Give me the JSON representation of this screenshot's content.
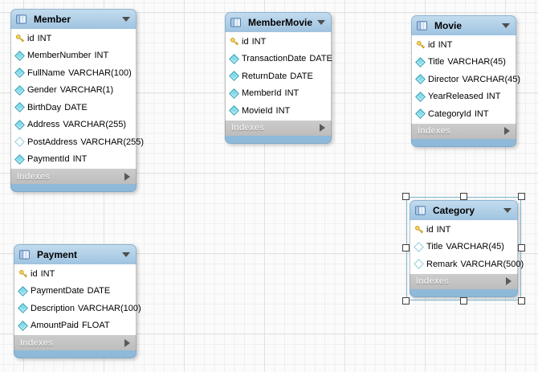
{
  "canvas": {
    "grid": "on",
    "colors": {
      "header_bg": "#a9cbe5",
      "header_text": "#000000",
      "body_bg": "#ffffff",
      "indexes_bg": "#c2c2c2",
      "indexes_text": "#ececec",
      "footer_bg": "#8fb9d9",
      "primary_key_icon": "#f2cf3e",
      "column_icon_fill": "#84dcea",
      "column_icon_border": "#3b9fb5",
      "selection_frame": "#79b7cf"
    }
  },
  "tables": [
    {
      "name": "Member",
      "selected": false,
      "indexes_label": "Indexes",
      "collapse_icon": "chevron-down-icon",
      "expand_icon": "arrow-right-icon",
      "columns": [
        {
          "name": "id",
          "type": "INT",
          "icon": "primary-key-icon"
        },
        {
          "name": "MemberNumber",
          "type": "INT",
          "icon": "column-icon"
        },
        {
          "name": "FullName",
          "type": "VARCHAR(100)",
          "icon": "column-icon"
        },
        {
          "name": "Gender",
          "type": "VARCHAR(1)",
          "icon": "column-icon"
        },
        {
          "name": "BirthDay",
          "type": "DATE",
          "icon": "column-icon"
        },
        {
          "name": "Address",
          "type": "VARCHAR(255)",
          "icon": "column-icon"
        },
        {
          "name": "PostAddress",
          "type": "VARCHAR(255)",
          "icon": "column-nullable-icon"
        },
        {
          "name": "PaymentId",
          "type": "INT",
          "icon": "column-icon"
        }
      ]
    },
    {
      "name": "MemberMovie",
      "selected": false,
      "indexes_label": "Indexes",
      "collapse_icon": "chevron-down-icon",
      "expand_icon": "arrow-right-icon",
      "columns": [
        {
          "name": "id",
          "type": "INT",
          "icon": "primary-key-icon"
        },
        {
          "name": "TransactionDate",
          "type": "DATE",
          "icon": "column-icon"
        },
        {
          "name": "ReturnDate",
          "type": "DATE",
          "icon": "column-icon"
        },
        {
          "name": "MemberId",
          "type": "INT",
          "icon": "column-icon"
        },
        {
          "name": "MovieId",
          "type": "INT",
          "icon": "column-icon"
        }
      ]
    },
    {
      "name": "Movie",
      "selected": false,
      "indexes_label": "Indexes",
      "collapse_icon": "chevron-down-icon",
      "expand_icon": "arrow-right-icon",
      "columns": [
        {
          "name": "id",
          "type": "INT",
          "icon": "primary-key-icon"
        },
        {
          "name": "Title",
          "type": "VARCHAR(45)",
          "icon": "column-icon"
        },
        {
          "name": "Director",
          "type": "VARCHAR(45)",
          "icon": "column-icon"
        },
        {
          "name": "YearReleased",
          "type": "INT",
          "icon": "column-icon"
        },
        {
          "name": "CategoryId",
          "type": "INT",
          "icon": "column-icon"
        }
      ]
    },
    {
      "name": "Category",
      "selected": true,
      "indexes_label": "Indexes",
      "collapse_icon": "chevron-down-icon",
      "expand_icon": "arrow-right-icon",
      "columns": [
        {
          "name": "id",
          "type": "INT",
          "icon": "primary-key-icon"
        },
        {
          "name": "Title",
          "type": "VARCHAR(45)",
          "icon": "column-nullable-icon"
        },
        {
          "name": "Remark",
          "type": "VARCHAR(500)",
          "icon": "column-nullable-icon"
        }
      ]
    },
    {
      "name": "Payment",
      "selected": false,
      "indexes_label": "Indexes",
      "collapse_icon": "chevron-down-icon",
      "expand_icon": "arrow-right-icon",
      "columns": [
        {
          "name": "id",
          "type": "INT",
          "icon": "primary-key-icon"
        },
        {
          "name": "PaymentDate",
          "type": "DATE",
          "icon": "column-icon"
        },
        {
          "name": "Description",
          "type": "VARCHAR(100)",
          "icon": "column-icon"
        },
        {
          "name": "AmountPaid",
          "type": "FLOAT",
          "icon": "column-icon"
        }
      ]
    }
  ]
}
